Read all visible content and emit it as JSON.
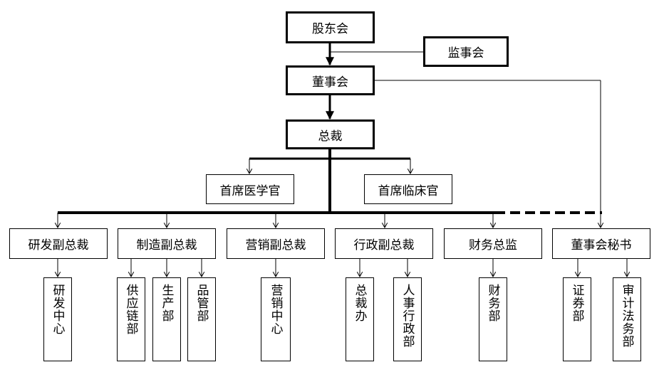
{
  "top": {
    "shareholders": "股东会",
    "supervisors": "监事会",
    "board": "董事会",
    "president": "总裁"
  },
  "officers": {
    "cmo": "首席医学官",
    "cco": "首席临床官"
  },
  "vps": [
    "研发副总裁",
    "制造副总裁",
    "营销副总裁",
    "行政副总裁",
    "财务总监",
    "董事会秘书"
  ],
  "departments": [
    "研发中心",
    "供应链部",
    "生产部",
    "品管部",
    "营销中心",
    "总裁办",
    "人事行政部",
    "财务部",
    "证券部",
    "审计法务部"
  ]
}
